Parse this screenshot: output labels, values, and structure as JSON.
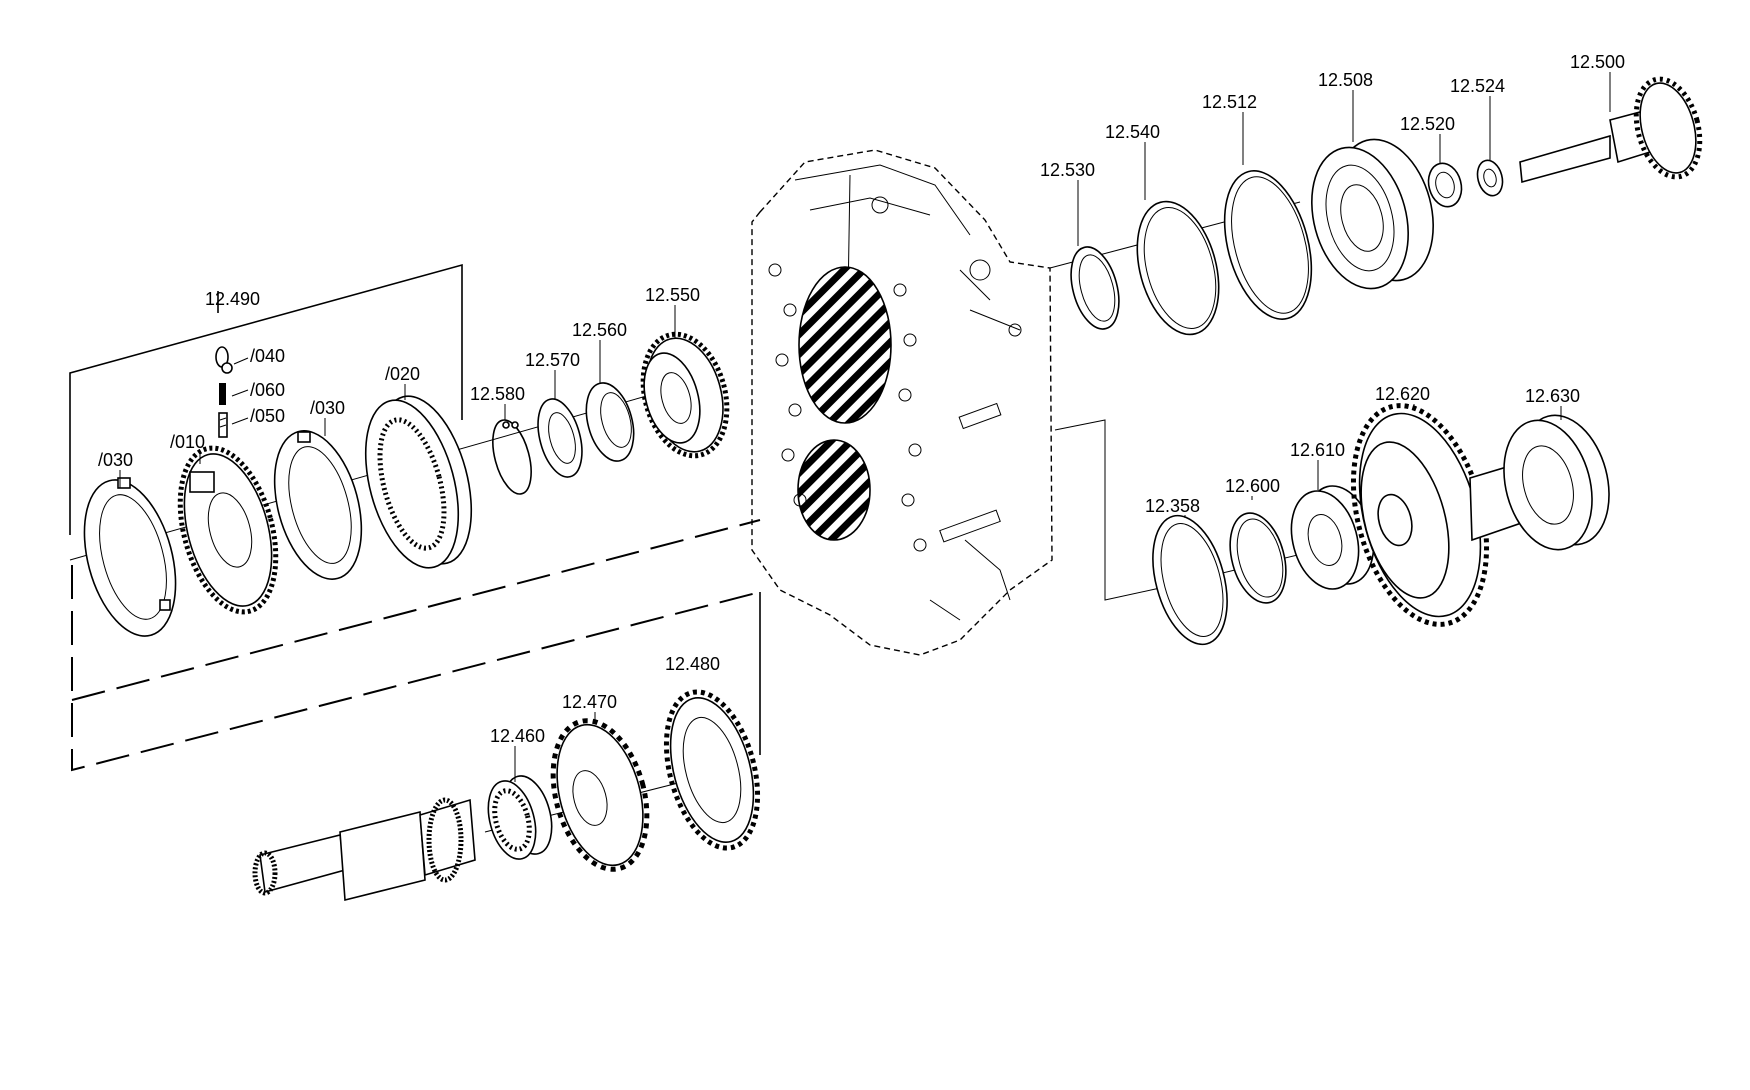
{
  "diagram": {
    "labels": {
      "l_12490": "12.490",
      "l_040": "/040",
      "l_060": "/060",
      "l_050": "/050",
      "l_030a": "/030",
      "l_010": "/010",
      "l_030b": "/030",
      "l_020": "/020",
      "l_12580": "12.580",
      "l_12570": "12.570",
      "l_12560": "12.560",
      "l_12550": "12.550",
      "l_12530": "12.530",
      "l_12540": "12.540",
      "l_12512": "12.512",
      "l_12508": "12.508",
      "l_12520": "12.520",
      "l_12524": "12.524",
      "l_12500": "12.500",
      "l_12358": "12.358",
      "l_12600": "12.600",
      "l_12610": "12.610",
      "l_12620": "12.620",
      "l_12630": "12.630",
      "l_12460": "12.460",
      "l_12470": "12.470",
      "l_12480": "12.480"
    }
  }
}
